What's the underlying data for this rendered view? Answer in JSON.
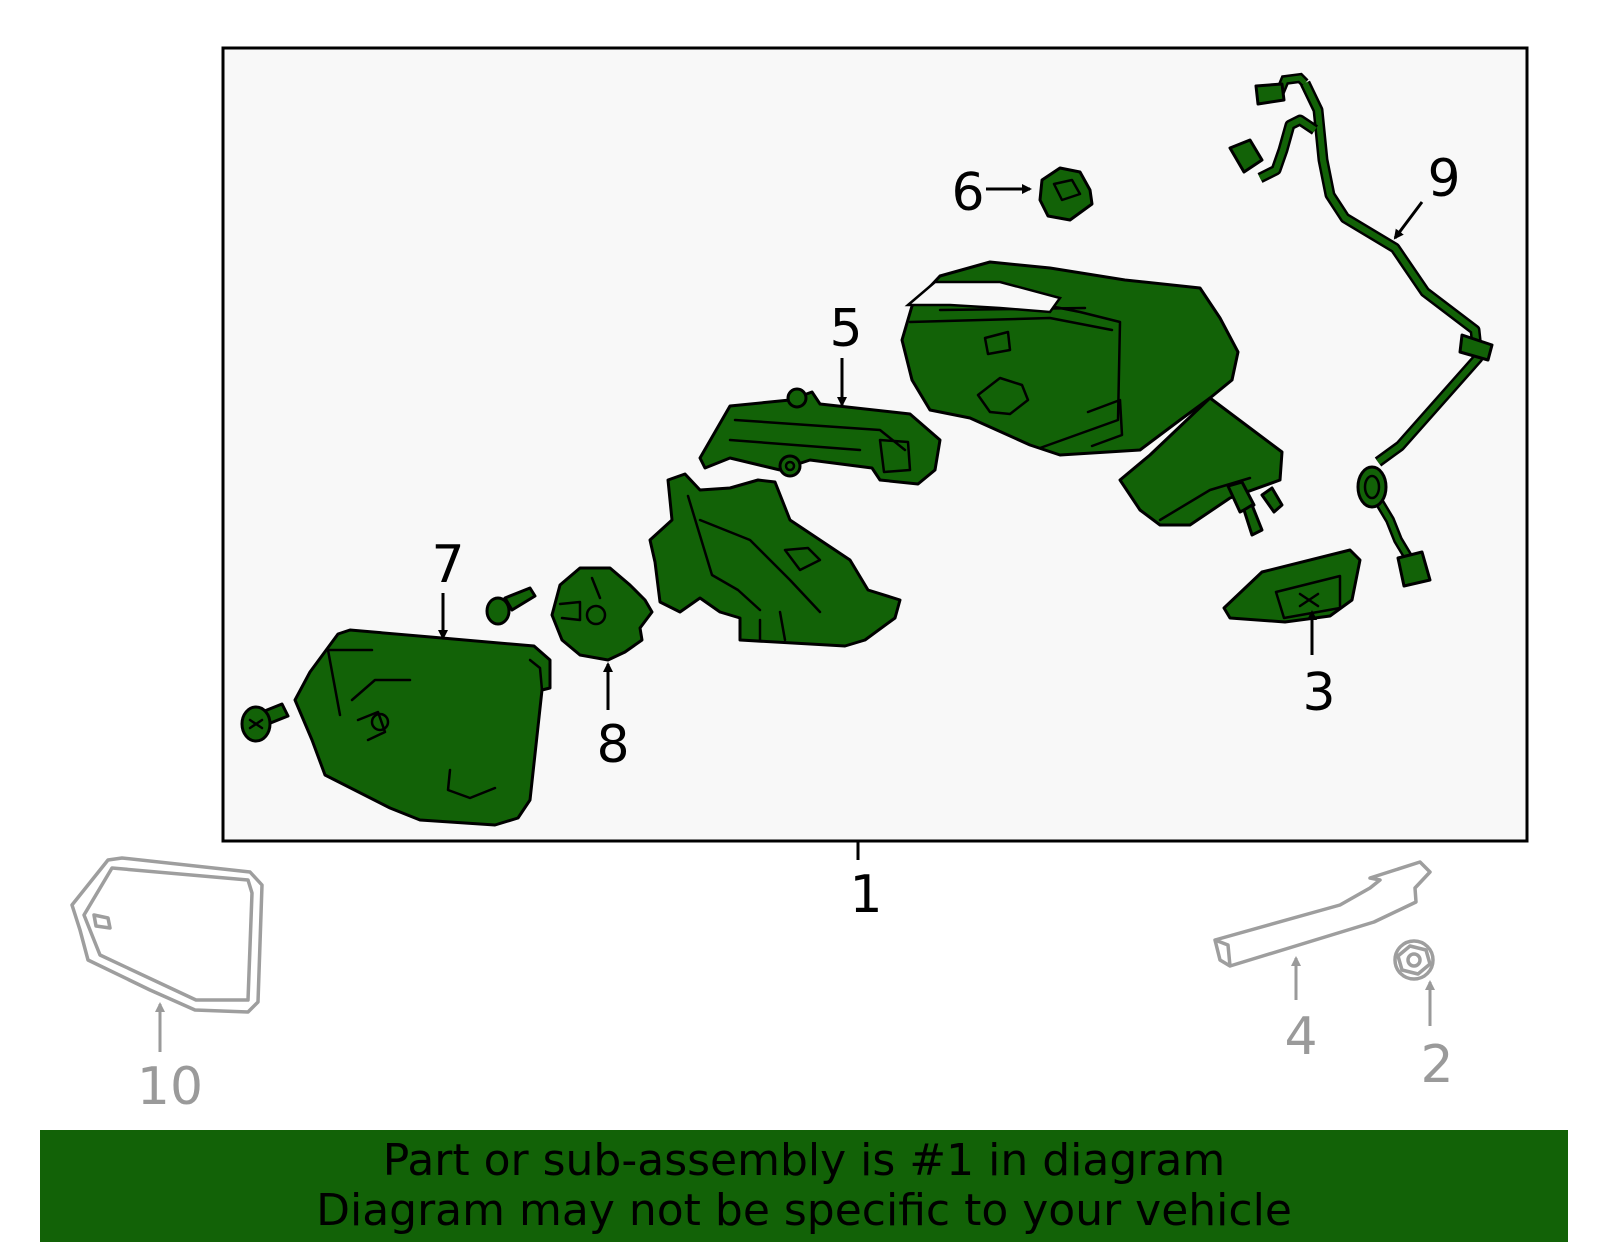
{
  "diagram": {
    "colors": {
      "highlight": "#126207",
      "inactive": "#9a9a9a",
      "box_fill": "#f8f8f8",
      "outline": "#000000"
    },
    "callouts": {
      "c1": "1",
      "c2": "2",
      "c3": "3",
      "c4": "4",
      "c5": "5",
      "c6": "6",
      "c7": "7",
      "c8": "8",
      "c9": "9",
      "c10": "10"
    }
  },
  "banner": {
    "line1": "Part or sub-assembly is #1 in diagram",
    "line2": "Diagram may not be specific to your vehicle"
  }
}
